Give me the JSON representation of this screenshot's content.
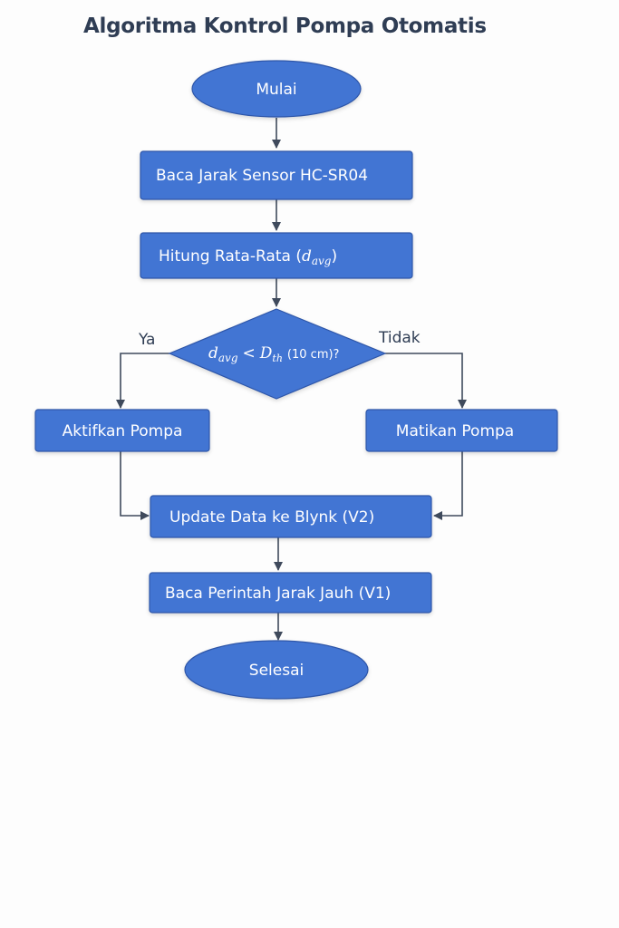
{
  "title": "Algoritma Kontrol Pompa Otomatis",
  "colors": {
    "node_fill": "#4374d3",
    "node_stroke": "#2d56a8",
    "edge": "#3f4a5c",
    "title": "#2f3d54"
  },
  "nodes": {
    "start": {
      "shape": "ellipse",
      "label": "Mulai"
    },
    "read_sensor": {
      "shape": "process",
      "label": "Baca Jarak Sensor HC-SR04"
    },
    "compute_avg": {
      "shape": "process",
      "label_prefix": "Hitung Rata-Rata (",
      "var": "d",
      "sub": "avg",
      "label_suffix": ")"
    },
    "decision": {
      "shape": "decision",
      "var1": "d",
      "sub1": "avg",
      "op": "<",
      "var2": "D",
      "sub2": "th",
      "suffix": "(10 cm)?"
    },
    "pump_on": {
      "shape": "process",
      "label": "Aktifkan Pompa"
    },
    "pump_off": {
      "shape": "process",
      "label": "Matikan Pompa"
    },
    "update_blynk": {
      "shape": "process",
      "label": "Update Data ke Blynk (V2)"
    },
    "read_remote": {
      "shape": "process",
      "label": "Baca Perintah Jarak Jauh (V1)"
    },
    "end": {
      "shape": "ellipse",
      "label": "Selesai"
    }
  },
  "branches": {
    "yes": "Ya",
    "no": "Tidak"
  },
  "edges": [
    [
      "start",
      "read_sensor"
    ],
    [
      "read_sensor",
      "compute_avg"
    ],
    [
      "compute_avg",
      "decision"
    ],
    [
      "decision",
      "pump_on",
      "Ya"
    ],
    [
      "decision",
      "pump_off",
      "Tidak"
    ],
    [
      "pump_on",
      "update_blynk"
    ],
    [
      "pump_off",
      "update_blynk"
    ],
    [
      "update_blynk",
      "read_remote"
    ],
    [
      "read_remote",
      "end"
    ]
  ]
}
